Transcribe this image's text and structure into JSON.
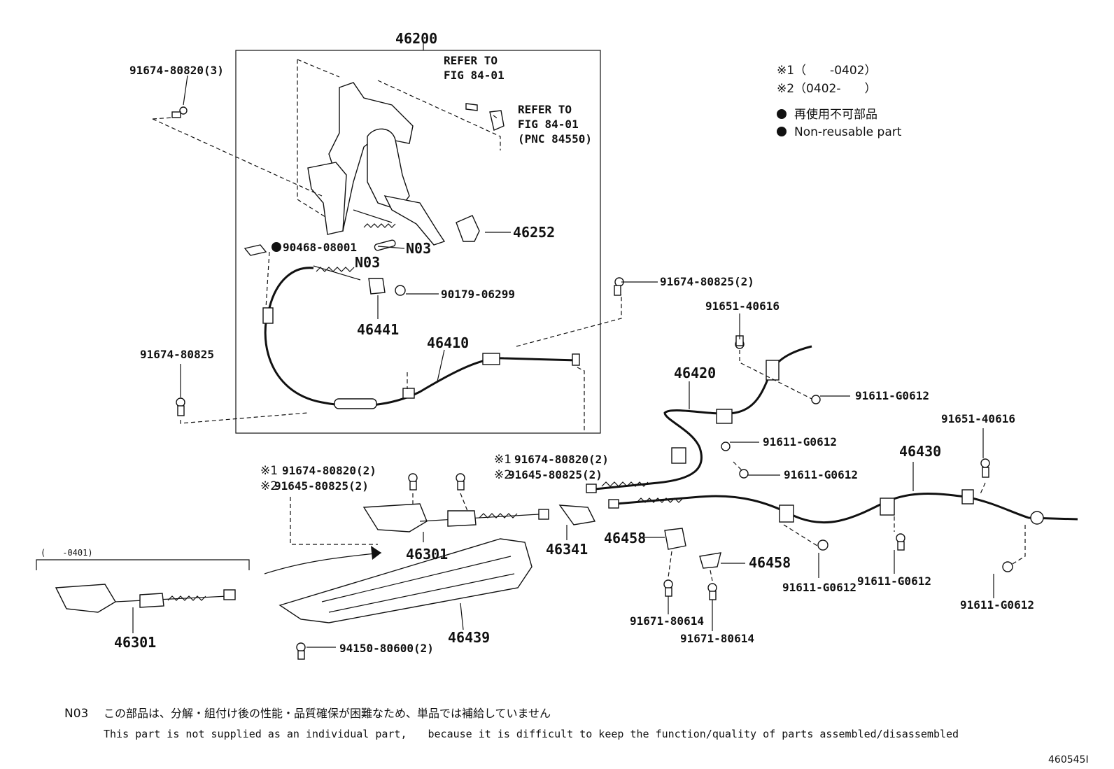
{
  "labels": {
    "p46200": "46200",
    "p91674_80820_3": "91674-80820(3)",
    "refer1a": "REFER TO",
    "refer1b": "FIG 84-01",
    "refer2a": "REFER TO",
    "refer2b": "FIG 84-01",
    "refer2c": "(PNC 84550)",
    "p46252": "46252",
    "p90468": "90468-08001",
    "n03a": "N03",
    "n03b": "N03",
    "p90179": "90179-06299",
    "p46441": "46441",
    "p46410": "46410",
    "p91674_80825_left": "91674-80825",
    "p91674_80825_2": "91674-80825(2)",
    "p91651_a": "91651-40616",
    "p46420": "46420",
    "p91611_a": "91611-G0612",
    "p91611_b": "91611-G0612",
    "p91611_c": "91611-G0612",
    "p91651_b": "91651-40616",
    "p46430": "46430",
    "m1_left_a": "※1",
    "m1_left_a_pn": "91674-80820(2)",
    "m2_left_b": "※2",
    "m2_left_b_pn": "91645-80825(2)",
    "m1_right_a": "※1",
    "m1_right_a_pn": "91674-80820(2)",
    "m2_right_b": "※2",
    "m2_right_b_pn": "91645-80825(2)",
    "p46458_a": "46458",
    "p46458_b": "46458",
    "p46301_center": "46301",
    "p46341": "46341",
    "p46301_left": "46301",
    "p46439": "46439",
    "p94150": "94150-80600(2)",
    "p91671_a": "91671-80614",
    "p91671_b": "91671-80614",
    "p91611_d": "91611-G0612",
    "p91611_e": "91611-G0612",
    "p91611_f": "91611-G0612",
    "range_left": "(　　-0401)"
  },
  "legend": {
    "note1": "※1（　　-0402）",
    "note2": "※2（0402-　　）",
    "nonreuse_jp": "再使用不可部品",
    "nonreuse_en": "Non-reusable part"
  },
  "footnote": {
    "code": "N03",
    "jp": "この部品は、分解・組付け後の性能・品質確保が困難なため、単品では補給していません",
    "en": "This part is not supplied as an individual part,　　because it is difficult to keep the function/quality of parts assembled/disassembled"
  },
  "figure_id": "460545I"
}
